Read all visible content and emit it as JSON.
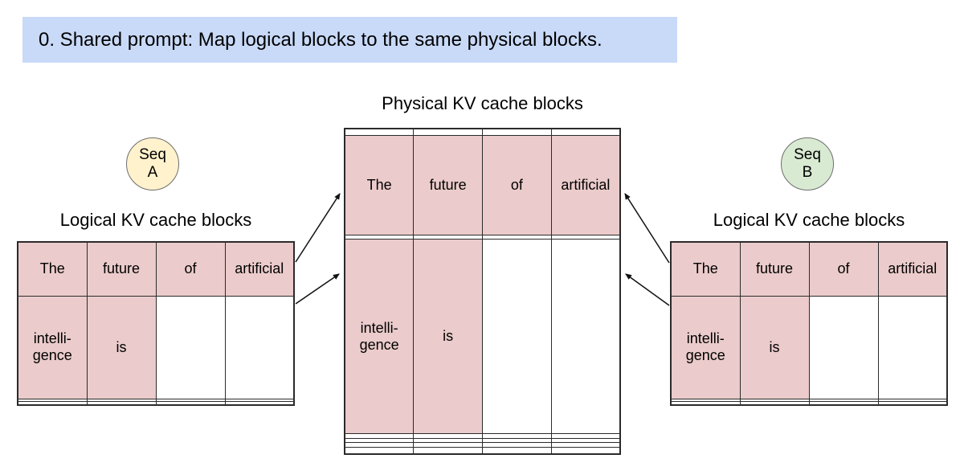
{
  "banner": {
    "text": "0. Shared prompt: Map logical blocks to the same physical blocks.",
    "bg": "#c9daf8"
  },
  "sequences": {
    "a": {
      "label": "Seq\nA",
      "bg": "#fff2cc"
    },
    "b": {
      "label": "Seq\nB",
      "bg": "#d9ead3"
    }
  },
  "colors": {
    "highlight_cell": "#ebcbcb",
    "table_border": "#2b2b2b",
    "banner_bg": "#c9daf8",
    "seq_a_bg": "#fff2cc",
    "seq_b_bg": "#d9ead3"
  },
  "tables": {
    "left_logical": {
      "title": "Logical KV cache blocks",
      "rows": [
        [
          {
            "text": "The",
            "hl": true
          },
          {
            "text": "future",
            "hl": true
          },
          {
            "text": "of",
            "hl": true
          },
          {
            "text": "artificial",
            "hl": true
          }
        ],
        [
          {
            "text": "intelli-\ngence",
            "hl": true
          },
          {
            "text": "is",
            "hl": true
          },
          {
            "text": "",
            "hl": false
          },
          {
            "text": "",
            "hl": false
          }
        ],
        [
          {
            "text": "",
            "hl": false
          },
          {
            "text": "",
            "hl": false
          },
          {
            "text": "",
            "hl": false
          },
          {
            "text": "",
            "hl": false
          }
        ],
        [
          {
            "text": "",
            "hl": false
          },
          {
            "text": "",
            "hl": false
          },
          {
            "text": "",
            "hl": false
          },
          {
            "text": "",
            "hl": false
          }
        ]
      ]
    },
    "physical": {
      "title": "Physical KV cache blocks",
      "rows": [
        [
          {
            "text": "",
            "hl": false
          },
          {
            "text": "",
            "hl": false
          },
          {
            "text": "",
            "hl": false
          },
          {
            "text": "",
            "hl": false
          }
        ],
        [
          {
            "text": "The",
            "hl": true
          },
          {
            "text": "future",
            "hl": true
          },
          {
            "text": "of",
            "hl": true
          },
          {
            "text": "artificial",
            "hl": true
          }
        ],
        [
          {
            "text": "",
            "hl": false
          },
          {
            "text": "",
            "hl": false
          },
          {
            "text": "",
            "hl": false
          },
          {
            "text": "",
            "hl": false
          }
        ],
        [
          {
            "text": "intelli-\ngence",
            "hl": true
          },
          {
            "text": "is",
            "hl": true
          },
          {
            "text": "",
            "hl": false
          },
          {
            "text": "",
            "hl": false
          }
        ],
        [
          {
            "text": "",
            "hl": false
          },
          {
            "text": "",
            "hl": false
          },
          {
            "text": "",
            "hl": false
          },
          {
            "text": "",
            "hl": false
          }
        ],
        [
          {
            "text": "",
            "hl": false
          },
          {
            "text": "",
            "hl": false
          },
          {
            "text": "",
            "hl": false
          },
          {
            "text": "",
            "hl": false
          }
        ],
        [
          {
            "text": "",
            "hl": false
          },
          {
            "text": "",
            "hl": false
          },
          {
            "text": "",
            "hl": false
          },
          {
            "text": "",
            "hl": false
          }
        ],
        [
          {
            "text": "",
            "hl": false
          },
          {
            "text": "",
            "hl": false
          },
          {
            "text": "",
            "hl": false
          },
          {
            "text": "",
            "hl": false
          }
        ]
      ]
    },
    "right_logical": {
      "title": "Logical KV cache blocks",
      "rows": [
        [
          {
            "text": "The",
            "hl": true
          },
          {
            "text": "future",
            "hl": true
          },
          {
            "text": "of",
            "hl": true
          },
          {
            "text": "artificial",
            "hl": true
          }
        ],
        [
          {
            "text": "intelli-\ngence",
            "hl": true
          },
          {
            "text": "is",
            "hl": true
          },
          {
            "text": "",
            "hl": false
          },
          {
            "text": "",
            "hl": false
          }
        ],
        [
          {
            "text": "",
            "hl": false
          },
          {
            "text": "",
            "hl": false
          },
          {
            "text": "",
            "hl": false
          },
          {
            "text": "",
            "hl": false
          }
        ],
        [
          {
            "text": "",
            "hl": false
          },
          {
            "text": "",
            "hl": false
          },
          {
            "text": "",
            "hl": false
          },
          {
            "text": "",
            "hl": false
          }
        ]
      ]
    }
  }
}
